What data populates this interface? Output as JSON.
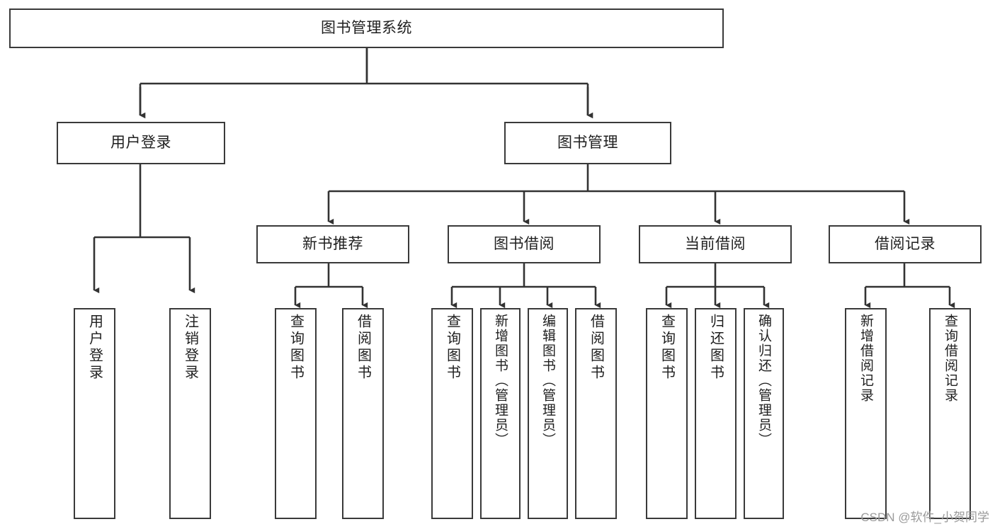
{
  "diagram": {
    "type": "tree-hierarchy-chart",
    "title": "图书管理系统",
    "orientation": "top-down",
    "colors": {
      "box_border": "#3a3a3a",
      "box_fill": "#ffffff",
      "connector": "#333333",
      "text": "#1f1f1f",
      "watermark": "#9a9a9a"
    },
    "levels": {
      "root": "图书管理系统",
      "level2": [
        "用户登录",
        "图书管理"
      ],
      "level3": [
        "新书推荐",
        "图书借阅",
        "当前借阅",
        "借阅记录"
      ]
    },
    "nodes": {
      "root": {
        "label": "图书管理系统"
      },
      "user_login": {
        "label": "用户登录"
      },
      "book_manage": {
        "label": "图书管理"
      },
      "new_book_rec": {
        "label": "新书推荐"
      },
      "book_borrow": {
        "label": "图书借阅"
      },
      "current_borrow": {
        "label": "当前借阅"
      },
      "borrow_record": {
        "label": "借阅记录"
      },
      "leaf_user_login": {
        "label": "用户登录"
      },
      "leaf_user_logout": {
        "label": "注销登录"
      },
      "leaf_rec_query": {
        "label": "查询图书"
      },
      "leaf_rec_borrow": {
        "label": "借阅图书"
      },
      "leaf_borrow_query": {
        "label": "查询图书"
      },
      "leaf_borrow_add": {
        "label": "新增图书（管理员）"
      },
      "leaf_borrow_edit": {
        "label": "编辑图书（管理员）"
      },
      "leaf_borrow_lend": {
        "label": "借阅图书"
      },
      "leaf_cur_query": {
        "label": "查询图书"
      },
      "leaf_cur_return": {
        "label": "归还图书"
      },
      "leaf_cur_confirm": {
        "label": "确认归还（管理员）"
      },
      "leaf_rec_add": {
        "label": "新增借阅记录"
      },
      "leaf_rec_search": {
        "label": "查询借阅记录"
      }
    },
    "edges": [
      {
        "from": "root",
        "to": "user_login"
      },
      {
        "from": "root",
        "to": "book_manage"
      },
      {
        "from": "user_login",
        "to": "leaf_user_login"
      },
      {
        "from": "user_login",
        "to": "leaf_user_logout"
      },
      {
        "from": "book_manage",
        "to": "new_book_rec"
      },
      {
        "from": "book_manage",
        "to": "book_borrow"
      },
      {
        "from": "book_manage",
        "to": "current_borrow"
      },
      {
        "from": "book_manage",
        "to": "borrow_record"
      },
      {
        "from": "new_book_rec",
        "to": "leaf_rec_query"
      },
      {
        "from": "new_book_rec",
        "to": "leaf_rec_borrow"
      },
      {
        "from": "book_borrow",
        "to": "leaf_borrow_query"
      },
      {
        "from": "book_borrow",
        "to": "leaf_borrow_add"
      },
      {
        "from": "book_borrow",
        "to": "leaf_borrow_edit"
      },
      {
        "from": "book_borrow",
        "to": "leaf_borrow_lend"
      },
      {
        "from": "current_borrow",
        "to": "leaf_cur_query"
      },
      {
        "from": "current_borrow",
        "to": "leaf_cur_return"
      },
      {
        "from": "current_borrow",
        "to": "leaf_cur_confirm"
      },
      {
        "from": "borrow_record",
        "to": "leaf_rec_add"
      },
      {
        "from": "borrow_record",
        "to": "leaf_rec_search"
      }
    ]
  },
  "watermark": {
    "text": "CSDN @软件_小贺同学"
  }
}
